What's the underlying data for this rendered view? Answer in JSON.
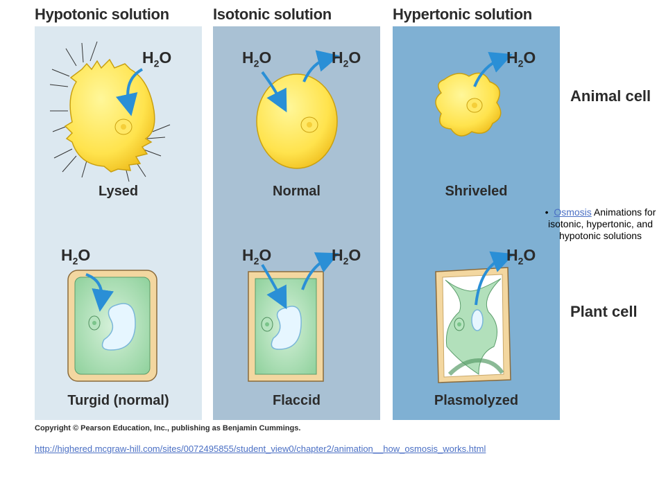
{
  "columns": [
    {
      "title": "Hypotonic solution",
      "animal_label": "Lysed",
      "plant_label": "Turgid (normal)"
    },
    {
      "title": "Isotonic solution",
      "animal_label": "Normal",
      "plant_label": "Flaccid"
    },
    {
      "title": "Hypertonic solution",
      "animal_label": "Shriveled",
      "plant_label": "Plasmolyzed"
    }
  ],
  "rows": {
    "animal": "Animal cell",
    "plant": "Plant cell"
  },
  "water": {
    "base": "H",
    "sub": "2",
    "tail": "O"
  },
  "copyright": "Copyright © Pearson Education, Inc., publishing as Benjamin Cummings.",
  "bullet": {
    "link_text": "Osmosis",
    "text": "Animations for isotonic, hypertonic, and hypotonic solutions"
  },
  "url": "http://highered.mcgraw-hill.com/sites/0072495855/student_view0/chapter2/animation__how_osmosis_works.html",
  "colors": {
    "panel_hypotonic": "#dce8f0",
    "panel_isotonic": "#a9c1d4",
    "panel_hypertonic": "#7fb0d3",
    "animal_cell": "#ffe34d",
    "plant_wall": "#f3d7a0",
    "plant_cytoplasm": "#a9dcb4",
    "arrow": "#2a8fd6",
    "link": "#4a6fc4"
  }
}
